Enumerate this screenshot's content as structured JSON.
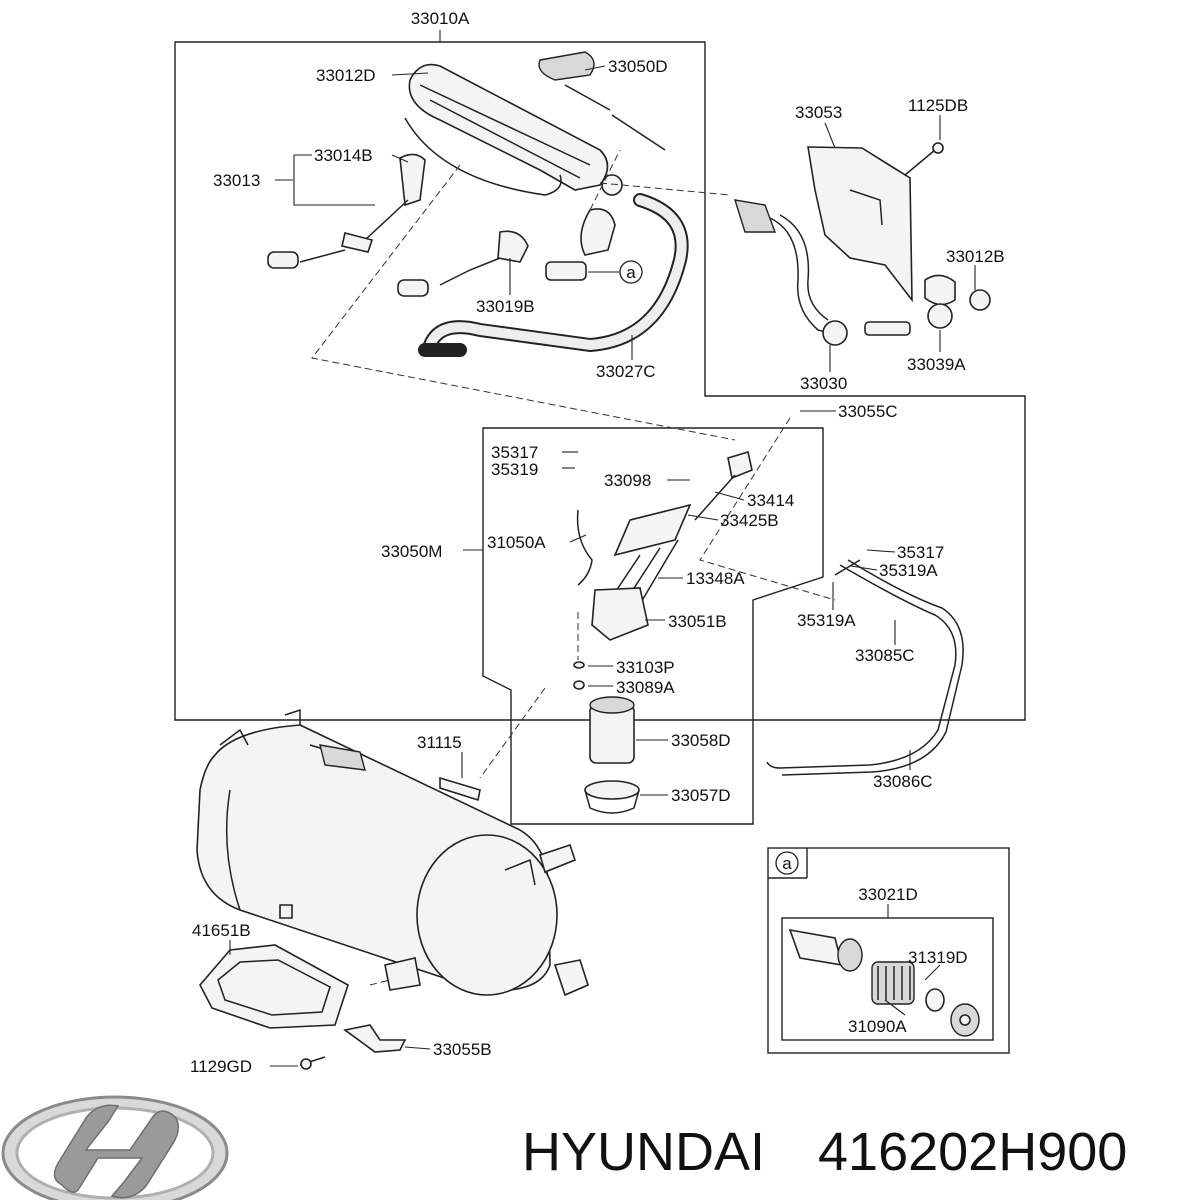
{
  "labels": {
    "p33010A": "33010A",
    "p33012D": "33012D",
    "p33050D": "33050D",
    "p33014B": "33014B",
    "p33013": "33013",
    "p33019B": "33019B",
    "p33027C": "33027C",
    "p33053": "33053",
    "p1125DB": "1125DB",
    "p33012B": "33012B",
    "p33030": "33030",
    "p33039A": "33039A",
    "p33055C": "33055C",
    "p35317a": "35317",
    "p35319a": "35319",
    "p33098": "33098",
    "p33414": "33414",
    "p33425B": "33425B",
    "p33050M": "33050M",
    "p31050A": "31050A",
    "p35317b": "35317",
    "p35319Aa": "35319A",
    "p13348A": "13348A",
    "p35319Ab": "35319A",
    "p33051B": "33051B",
    "p33085C": "33085C",
    "p33103P": "33103P",
    "p33089A": "33089A",
    "p31115": "31115",
    "p33058D": "33058D",
    "p33086C": "33086C",
    "p33057D": "33057D",
    "p33021D": "33021D",
    "p31319D": "31319D",
    "p31090A": "31090A",
    "p41651B": "41651B",
    "p33055B": "33055B",
    "p1129GD": "1129GD"
  },
  "callout_a_main": "a",
  "callout_a_inset": "a",
  "brand": {
    "name": "HYUNDAI",
    "part_number": "416202H900"
  },
  "icons": {
    "logo": "hyundai-logo-icon"
  }
}
